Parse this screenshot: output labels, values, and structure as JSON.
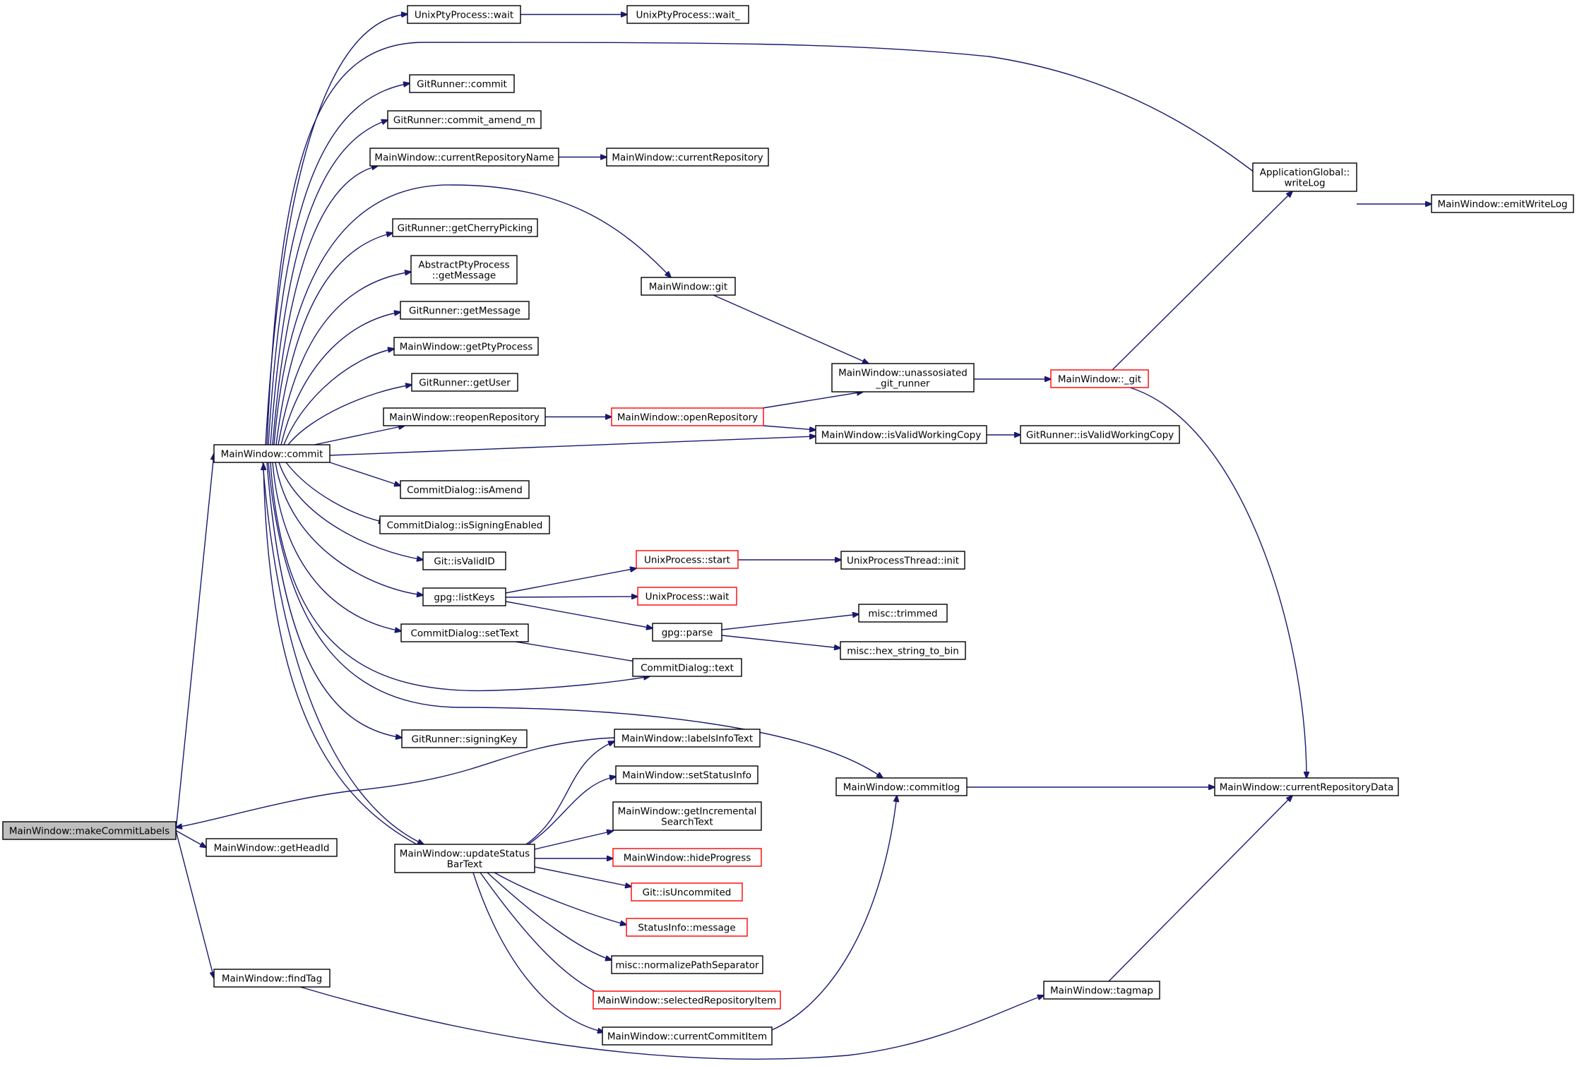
{
  "graph": {
    "nodes": [
      {
        "id": "makeCommitLabels",
        "lines": [
          "MainWindow::makeCommitLabels"
        ],
        "style": "root"
      },
      {
        "id": "commit",
        "lines": [
          "MainWindow::commit"
        ],
        "style": "normal"
      },
      {
        "id": "getHeadId",
        "lines": [
          "MainWindow::getHeadId"
        ],
        "style": "normal"
      },
      {
        "id": "findTag",
        "lines": [
          "MainWindow::findTag"
        ],
        "style": "normal"
      },
      {
        "id": "UnixPtyWait",
        "lines": [
          "UnixPtyProcess::wait"
        ],
        "style": "normal"
      },
      {
        "id": "UnixPtyWait_",
        "lines": [
          "UnixPtyProcess::wait_"
        ],
        "style": "normal"
      },
      {
        "id": "grCommit",
        "lines": [
          "GitRunner::commit"
        ],
        "style": "normal"
      },
      {
        "id": "grCommitAmend",
        "lines": [
          "GitRunner::commit_amend_m"
        ],
        "style": "normal"
      },
      {
        "id": "curRepoName",
        "lines": [
          "MainWindow::currentRepositoryName"
        ],
        "style": "normal"
      },
      {
        "id": "curRepo",
        "lines": [
          "MainWindow::currentRepository"
        ],
        "style": "normal"
      },
      {
        "id": "getCherry",
        "lines": [
          "GitRunner::getCherryPicking"
        ],
        "style": "normal"
      },
      {
        "id": "aptyGetMsg",
        "lines": [
          "AbstractPtyProcess",
          "::getMessage"
        ],
        "style": "normal"
      },
      {
        "id": "grGetMsg",
        "lines": [
          "GitRunner::getMessage"
        ],
        "style": "normal"
      },
      {
        "id": "getPty",
        "lines": [
          "MainWindow::getPtyProcess"
        ],
        "style": "normal"
      },
      {
        "id": "getUser",
        "lines": [
          "GitRunner::getUser"
        ],
        "style": "normal"
      },
      {
        "id": "reopen",
        "lines": [
          "MainWindow::reopenRepository"
        ],
        "style": "normal"
      },
      {
        "id": "openRepo",
        "lines": [
          "MainWindow::openRepository"
        ],
        "style": "red"
      },
      {
        "id": "isAmend",
        "lines": [
          "CommitDialog::isAmend"
        ],
        "style": "normal"
      },
      {
        "id": "isSigning",
        "lines": [
          "CommitDialog::isSigningEnabled"
        ],
        "style": "normal"
      },
      {
        "id": "isValidID",
        "lines": [
          "Git::isValidID"
        ],
        "style": "normal"
      },
      {
        "id": "listKeys",
        "lines": [
          "gpg::listKeys"
        ],
        "style": "normal"
      },
      {
        "id": "setText",
        "lines": [
          "CommitDialog::setText"
        ],
        "style": "normal"
      },
      {
        "id": "cdText",
        "lines": [
          "CommitDialog::text"
        ],
        "style": "normal"
      },
      {
        "id": "signingKey",
        "lines": [
          "GitRunner::signingKey"
        ],
        "style": "normal"
      },
      {
        "id": "mwGit",
        "lines": [
          "MainWindow::git"
        ],
        "style": "normal"
      },
      {
        "id": "unassoc",
        "lines": [
          "MainWindow::unassosiated",
          "_git_runner"
        ],
        "style": "normal"
      },
      {
        "id": "_git",
        "lines": [
          "MainWindow::_git"
        ],
        "style": "red"
      },
      {
        "id": "appWriteLog",
        "lines": [
          "ApplicationGlobal::",
          "writeLog"
        ],
        "style": "normal"
      },
      {
        "id": "emitWriteLog",
        "lines": [
          "MainWindow::emitWriteLog"
        ],
        "style": "normal"
      },
      {
        "id": "isValidWC",
        "lines": [
          "MainWindow::isValidWorkingCopy"
        ],
        "style": "normal"
      },
      {
        "id": "grIsValidWC",
        "lines": [
          "GitRunner::isValidWorkingCopy"
        ],
        "style": "normal"
      },
      {
        "id": "upStart",
        "lines": [
          "UnixProcess::start"
        ],
        "style": "red"
      },
      {
        "id": "uptInit",
        "lines": [
          "UnixProcessThread::init"
        ],
        "style": "normal"
      },
      {
        "id": "upWait",
        "lines": [
          "UnixProcess::wait"
        ],
        "style": "red"
      },
      {
        "id": "gpgParse",
        "lines": [
          "gpg::parse"
        ],
        "style": "normal"
      },
      {
        "id": "trimmed",
        "lines": [
          "misc::trimmed"
        ],
        "style": "normal"
      },
      {
        "id": "hex2bin",
        "lines": [
          "misc::hex_string_to_bin"
        ],
        "style": "normal"
      },
      {
        "id": "labelsInfo",
        "lines": [
          "MainWindow::labelsInfoText"
        ],
        "style": "normal"
      },
      {
        "id": "setStatus",
        "lines": [
          "MainWindow::setStatusInfo"
        ],
        "style": "normal"
      },
      {
        "id": "getIncr",
        "lines": [
          "MainWindow::getIncremental",
          "SearchText"
        ],
        "style": "normal"
      },
      {
        "id": "hideProg",
        "lines": [
          "MainWindow::hideProgress"
        ],
        "style": "red"
      },
      {
        "id": "isUncom",
        "lines": [
          "Git::isUncommited"
        ],
        "style": "red"
      },
      {
        "id": "statusMsg",
        "lines": [
          "StatusInfo::message"
        ],
        "style": "red"
      },
      {
        "id": "normPath",
        "lines": [
          "misc::normalizePathSeparator"
        ],
        "style": "normal"
      },
      {
        "id": "selRepoItem",
        "lines": [
          "MainWindow::selectedRepositoryItem"
        ],
        "style": "red"
      },
      {
        "id": "curCommitItem",
        "lines": [
          "MainWindow::currentCommitItem"
        ],
        "style": "normal"
      },
      {
        "id": "updateStatus",
        "lines": [
          "MainWindow::updateStatus",
          "BarText"
        ],
        "style": "normal"
      },
      {
        "id": "commitlog",
        "lines": [
          "MainWindow::commitlog"
        ],
        "style": "normal"
      },
      {
        "id": "curRepoData",
        "lines": [
          "MainWindow::currentRepositoryData"
        ],
        "style": "normal"
      },
      {
        "id": "tagmap",
        "lines": [
          "MainWindow::tagmap"
        ],
        "style": "normal"
      }
    ],
    "edges": [
      {
        "from": "makeCommitLabels",
        "to": "commit"
      },
      {
        "from": "makeCommitLabels",
        "to": "getHeadId"
      },
      {
        "from": "makeCommitLabels",
        "to": "findTag"
      },
      {
        "from": "labelsInfo",
        "to": "makeCommitLabels"
      },
      {
        "from": "commit",
        "to": "UnixPtyWait"
      },
      {
        "from": "commit",
        "to": "appWriteLog"
      },
      {
        "from": "commit",
        "to": "grCommit"
      },
      {
        "from": "commit",
        "to": "grCommitAmend"
      },
      {
        "from": "commit",
        "to": "curRepoName"
      },
      {
        "from": "commit",
        "to": "mwGit"
      },
      {
        "from": "commit",
        "to": "getCherry"
      },
      {
        "from": "commit",
        "to": "aptyGetMsg"
      },
      {
        "from": "commit",
        "to": "grGetMsg"
      },
      {
        "from": "commit",
        "to": "getPty"
      },
      {
        "from": "commit",
        "to": "getUser"
      },
      {
        "from": "commit",
        "to": "reopen"
      },
      {
        "from": "commit",
        "to": "isValidWC"
      },
      {
        "from": "commit",
        "to": "isAmend"
      },
      {
        "from": "commit",
        "to": "isSigning"
      },
      {
        "from": "commit",
        "to": "isValidID"
      },
      {
        "from": "commit",
        "to": "listKeys"
      },
      {
        "from": "commit",
        "to": "setText"
      },
      {
        "from": "commit",
        "to": "cdText"
      },
      {
        "from": "commit",
        "to": "commitlog"
      },
      {
        "from": "commit",
        "to": "signingKey"
      },
      {
        "from": "commit",
        "to": "updateStatus"
      },
      {
        "from": "updateStatus",
        "to": "commit"
      },
      {
        "from": "UnixPtyWait",
        "to": "UnixPtyWait_"
      },
      {
        "from": "curRepoName",
        "to": "curRepo"
      },
      {
        "from": "reopen",
        "to": "openRepo"
      },
      {
        "from": "openRepo",
        "to": "unassoc"
      },
      {
        "from": "openRepo",
        "to": "isValidWC"
      },
      {
        "from": "mwGit",
        "to": "unassoc"
      },
      {
        "from": "unassoc",
        "to": "_git"
      },
      {
        "from": "_git",
        "to": "appWriteLog"
      },
      {
        "from": "_git",
        "to": "curRepoData"
      },
      {
        "from": "appWriteLog",
        "to": "emitWriteLog"
      },
      {
        "from": "isValidWC",
        "to": "grIsValidWC"
      },
      {
        "from": "listKeys",
        "to": "upStart"
      },
      {
        "from": "listKeys",
        "to": "upWait"
      },
      {
        "from": "listKeys",
        "to": "gpgParse"
      },
      {
        "from": "upStart",
        "to": "uptInit"
      },
      {
        "from": "gpgParse",
        "to": "trimmed"
      },
      {
        "from": "gpgParse",
        "to": "hex2bin"
      },
      {
        "from": "setText",
        "to": "cdText"
      },
      {
        "from": "updateStatus",
        "to": "labelsInfo"
      },
      {
        "from": "updateStatus",
        "to": "setStatus"
      },
      {
        "from": "updateStatus",
        "to": "getIncr"
      },
      {
        "from": "updateStatus",
        "to": "hideProg"
      },
      {
        "from": "updateStatus",
        "to": "isUncom"
      },
      {
        "from": "updateStatus",
        "to": "statusMsg"
      },
      {
        "from": "updateStatus",
        "to": "normPath"
      },
      {
        "from": "updateStatus",
        "to": "selRepoItem"
      },
      {
        "from": "updateStatus",
        "to": "curCommitItem"
      },
      {
        "from": "curCommitItem",
        "to": "commitlog"
      },
      {
        "from": "commitlog",
        "to": "curRepoData"
      },
      {
        "from": "findTag",
        "to": "tagmap"
      },
      {
        "from": "tagmap",
        "to": "curRepoData"
      }
    ]
  }
}
